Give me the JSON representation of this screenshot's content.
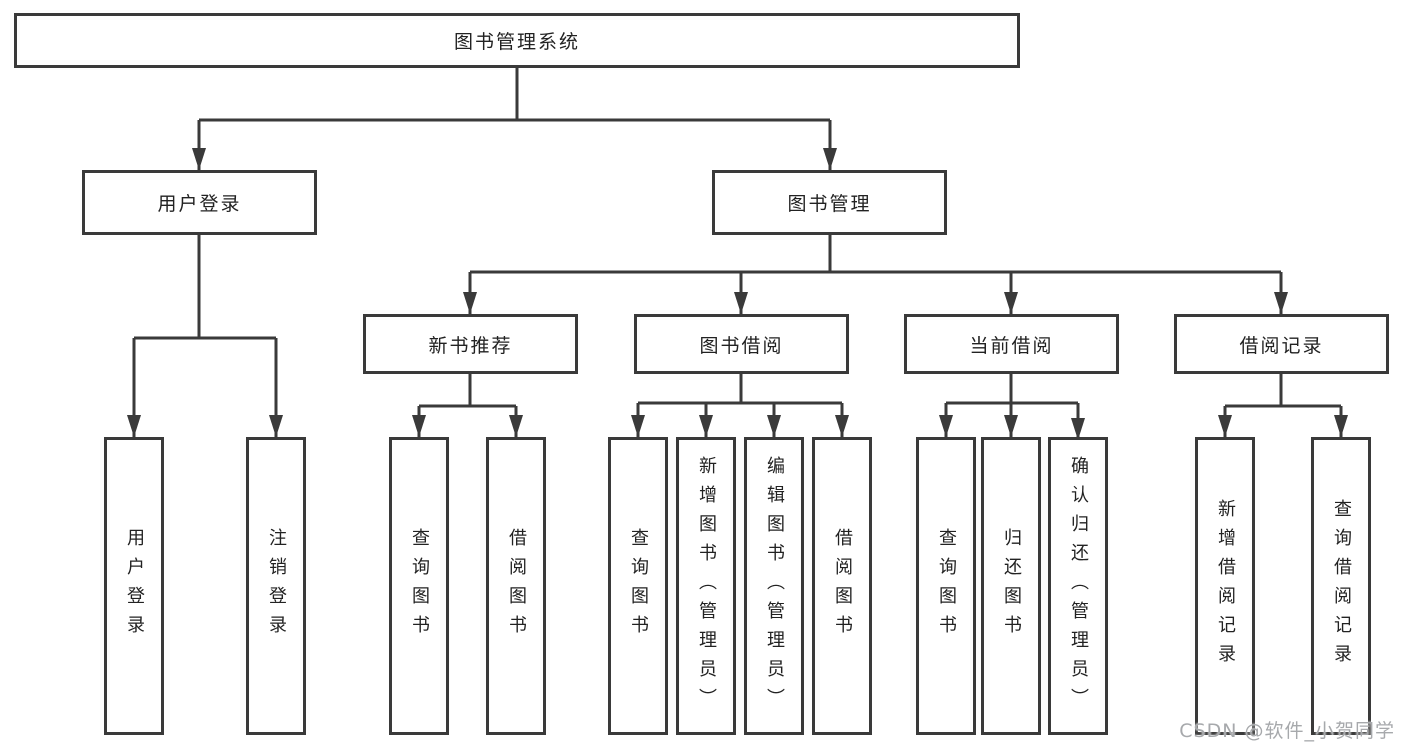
{
  "diagram_type": "hierarchy-tree",
  "root": {
    "label": "图书管理系统"
  },
  "branches": [
    {
      "label": "用户登录"
    },
    {
      "label": "图书管理"
    }
  ],
  "modules": [
    {
      "label": "新书推荐"
    },
    {
      "label": "图书借阅"
    },
    {
      "label": "当前借阅"
    },
    {
      "label": "借阅记录"
    }
  ],
  "leaves": {
    "user_login": [
      {
        "label": "用户登录"
      },
      {
        "label": "注销登录"
      }
    ],
    "new_books": [
      {
        "label": "查询图书"
      },
      {
        "label": "借阅图书"
      }
    ],
    "book_borrow": [
      {
        "label": "查询图书"
      },
      {
        "label": "新增图书（管理员）"
      },
      {
        "label": "编辑图书（管理员）"
      },
      {
        "label": "借阅图书"
      }
    ],
    "current_borrow": [
      {
        "label": "查询图书"
      },
      {
        "label": "归还图书"
      },
      {
        "label": "确认归还（管理员）"
      }
    ],
    "borrow_records": [
      {
        "label": "新增借阅记录"
      },
      {
        "label": "查询借阅记录"
      }
    ]
  },
  "watermark": "CSDN @软件_小贺同学",
  "colors": {
    "line": "#3a3a3a",
    "box_border": "#3a3a3a",
    "text": "#222222",
    "background": "#ffffff",
    "watermark": "#a7a9ac"
  }
}
